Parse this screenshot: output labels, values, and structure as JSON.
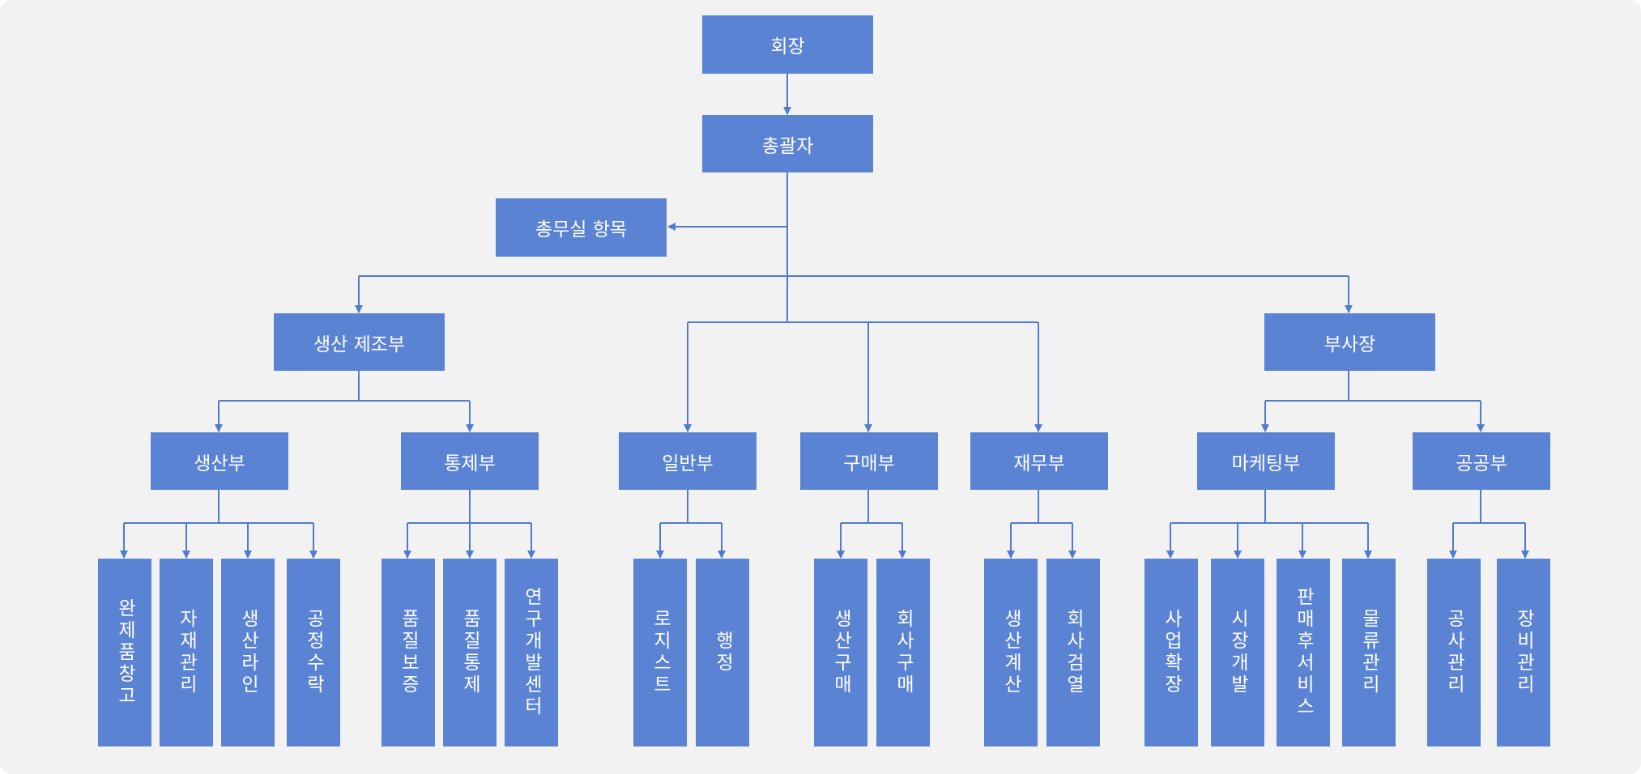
{
  "colors": {
    "background": "#f2f2f2",
    "box": "#5b83d4",
    "line": "#4f7bd0",
    "text": "#ffffff"
  },
  "org": {
    "chairman": "회장",
    "general_manager": "총괄자",
    "general_affairs": "총무실 항목",
    "production_manufacturing": "생산 제조부",
    "vice_president": "부사장",
    "production": "생산부",
    "control": "통제부",
    "general": "일반부",
    "purchasing": "구매부",
    "finance": "재무부",
    "marketing": "마케팅부",
    "public": "공공부",
    "leaves": {
      "finished_goods_warehouse": "완제품창고",
      "material_management": "자재관리",
      "production_line": "생산라인",
      "process_acceptance": "공정수락",
      "quality_assurance": "품질보증",
      "quality_control": "품질통제",
      "rnd_center": "연구개발센터",
      "logistics": "로지스트",
      "administration": "행정",
      "production_purchasing": "생산구매",
      "company_purchasing": "회사구매",
      "production_accounting": "생산계산",
      "company_audit": "회사검열",
      "business_expansion": "사업확장",
      "market_development": "시장개발",
      "after_sales_service": "판매후서비스",
      "logistics_management": "물류관리",
      "construction_management": "공사관리",
      "equipment_management": "장비관리"
    }
  }
}
